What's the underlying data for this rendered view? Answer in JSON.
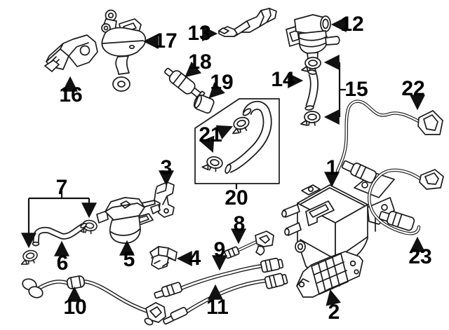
{
  "diagram": {
    "kind": "parts-diagram",
    "background_color": "#ffffff",
    "line_color": "#1a1a1a",
    "label_color": "#000000"
  },
  "callouts": [
    {
      "label": "1",
      "part": "vapor-canister"
    },
    {
      "label": "2",
      "part": "canister-bracket"
    },
    {
      "label": "3",
      "part": "valve-bracket"
    },
    {
      "label": "4",
      "part": "tube-clamp-bracket"
    },
    {
      "label": "5",
      "part": "purge-control-valve"
    },
    {
      "label": "6",
      "part": "vacuum-hose"
    },
    {
      "label": "7",
      "part": "hose-clamp-pair"
    },
    {
      "label": "8",
      "part": "sensor-assembly"
    },
    {
      "label": "9",
      "part": "vapor-tube-upper"
    },
    {
      "label": "10",
      "part": "vapor-tube-left"
    },
    {
      "label": "11",
      "part": "vapor-tube-lower"
    },
    {
      "label": "12",
      "part": "purge-valve"
    },
    {
      "label": "13",
      "part": "mounting-bracket"
    },
    {
      "label": "14",
      "part": "vent-hose"
    },
    {
      "label": "15",
      "part": "hose-clamp-pair"
    },
    {
      "label": "16",
      "part": "sensor-bracket"
    },
    {
      "label": "17",
      "part": "vacuum-control-valve"
    },
    {
      "label": "18",
      "part": "check-valve"
    },
    {
      "label": "19",
      "part": "hose-cap"
    },
    {
      "label": "20",
      "part": "hose-kit-box"
    },
    {
      "label": "21",
      "part": "hose-kit-clamps"
    },
    {
      "label": "22",
      "part": "oxygen-sensor-upstream"
    },
    {
      "label": "23",
      "part": "oxygen-sensor-downstream"
    }
  ]
}
